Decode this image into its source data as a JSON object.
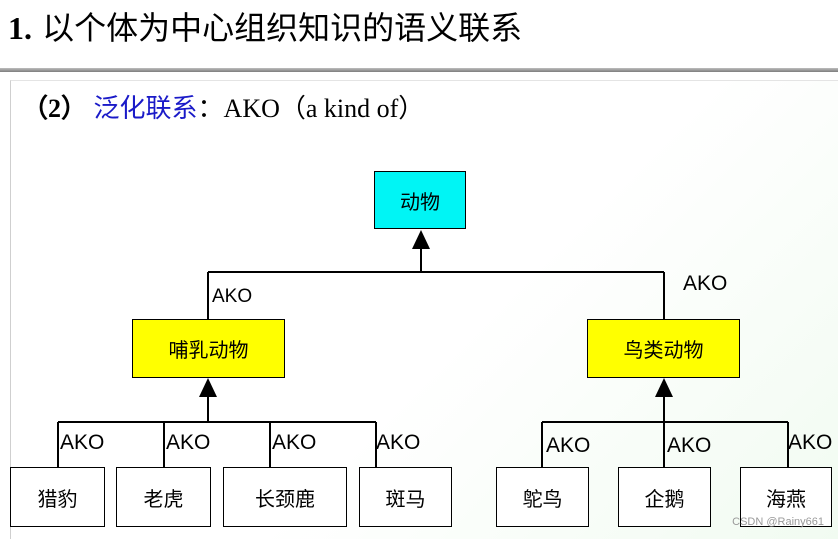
{
  "title": {
    "number": "1.",
    "text": "以个体为中心组织知识的语义联系"
  },
  "subtitle": {
    "index": "（2）",
    "term": "泛化联系",
    "colon": "：",
    "rest": "AKO（a kind of）"
  },
  "relation_label": "AKO",
  "nodes": {
    "root": "动物",
    "mammal": "哺乳动物",
    "bird": "鸟类动物",
    "cheetah": "猎豹",
    "tiger": "老虎",
    "giraffe": "长颈鹿",
    "zebra": "斑马",
    "ostrich": "鸵鸟",
    "penguin": "企鹅",
    "swallow": "海燕"
  },
  "colors": {
    "root_fill": "#00f5f5",
    "mid_fill": "#ffff00",
    "leaf_fill": "#ffffff",
    "term_blue": "#1a1ac8"
  },
  "watermark": "CSDN @Rainy661"
}
